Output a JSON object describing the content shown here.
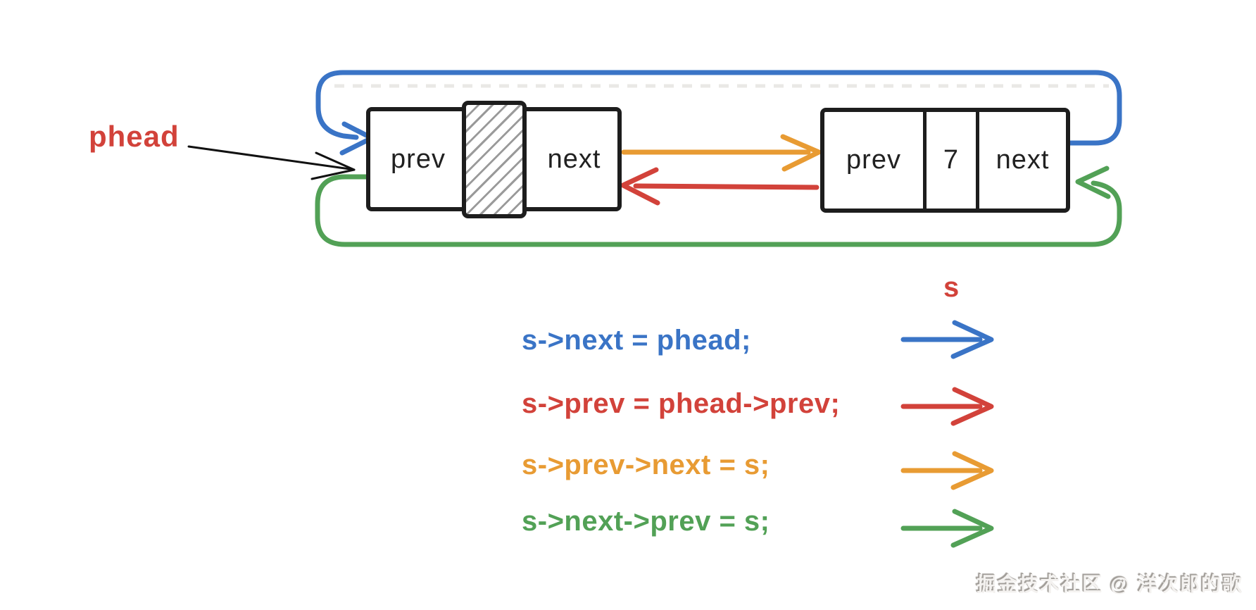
{
  "diagram": {
    "phead_label": "phead",
    "left_node": {
      "cells": [
        "prev",
        "",
        "next"
      ],
      "middle_cell_style": "hatched"
    },
    "right_node": {
      "cells": [
        "prev",
        "7",
        "next"
      ]
    },
    "arrows": [
      {
        "name": "blue-loop",
        "meaning": "s->next = phead",
        "from": "s.next",
        "to": "phead"
      },
      {
        "name": "red-line",
        "meaning": "s->prev = phead->prev",
        "from": "s",
        "to": "phead->prev"
      },
      {
        "name": "orange-line",
        "meaning": "s->prev->next = s",
        "from": "phead->prev->next",
        "to": "s"
      },
      {
        "name": "green-loop",
        "meaning": "s->next->prev = s",
        "from": "phead->prev",
        "to": "s"
      }
    ]
  },
  "legend": {
    "s_label": "s",
    "items": [
      {
        "text": "s->next = phead;",
        "color": "blue"
      },
      {
        "text": "s->prev = phead->prev;",
        "color": "red"
      },
      {
        "text": "s->prev->next = s;",
        "color": "orange"
      },
      {
        "text": "s->next->prev = s;",
        "color": "green"
      }
    ]
  },
  "watermark": "掘金技术社区 @ 洋次郎的歌",
  "colors": {
    "blue": "#3a74c6",
    "red": "#d2423a",
    "orange": "#e89b33",
    "green": "#52a156",
    "ink": "#1d1d1d",
    "hatch": "#9a9a9a",
    "watermark": "#a09c97"
  }
}
